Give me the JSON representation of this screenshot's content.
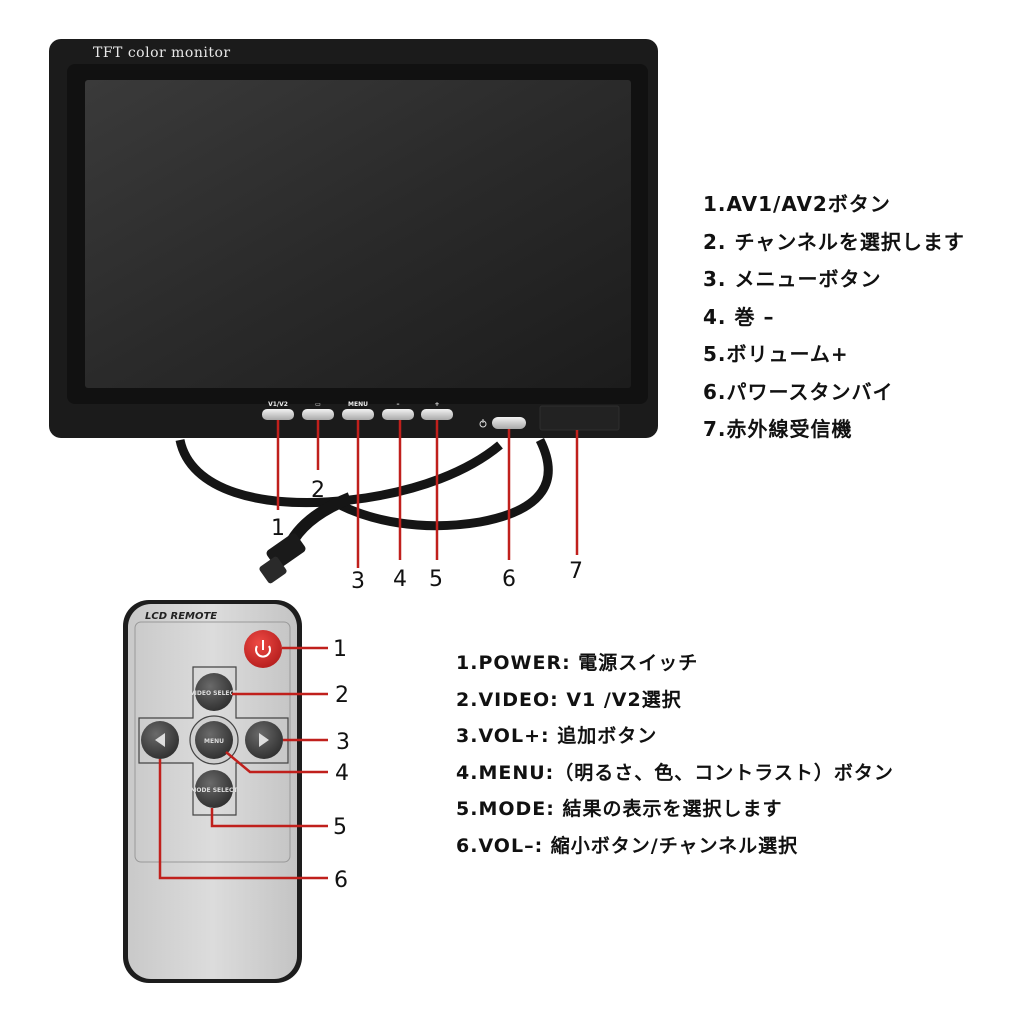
{
  "monitor": {
    "brand_label": "TFT color monitor",
    "buttons": [
      "V1/V2",
      "▭",
      "MENU",
      "–",
      "+"
    ],
    "callouts": [
      "1",
      "2",
      "3",
      "4",
      "5",
      "6",
      "7"
    ],
    "legend": [
      "1.AV1/AV2ボタン",
      "2. チャンネルを選択します",
      "3. メニューボタン",
      "4. 巻 –",
      "5.ボリューム+",
      "6.パワースタンバイ",
      "7.赤外線受信機"
    ]
  },
  "remote": {
    "label": "LCD REMOTE",
    "buttons": {
      "video": "VIDEO SELECT",
      "menu": "MENU",
      "mode": "MODE SELECT"
    },
    "callouts": [
      "1",
      "2",
      "3",
      "4",
      "5",
      "6"
    ],
    "legend": [
      "1.POWER: 電源スイッチ",
      "2.VIDEO: V1 /V2選択",
      "3.VOL+: 追加ボタン",
      "4.MENU:（明るさ、色、コントラスト）ボタン",
      "5.MODE: 結果の表示を選択します",
      "6.VOL–: 縮小ボタン/チャンネル選択"
    ]
  },
  "colors": {
    "callout_line": "#c0201c",
    "power_button": "#d4282a",
    "monitor_body": "#1b1b1b",
    "remote_body": "#d2d2d2"
  }
}
